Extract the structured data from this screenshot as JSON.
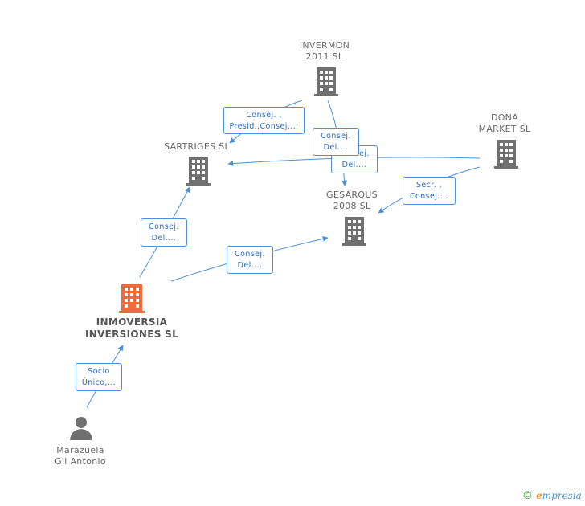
{
  "nodes": {
    "invermon": {
      "label": "INVERMON\n2011 SL"
    },
    "dona": {
      "label": "DONA\nMARKET SL"
    },
    "sartriges": {
      "label": "SARTRIGES SL"
    },
    "gesarqus": {
      "label": "GESARQUS\n2008 SL"
    },
    "inmoversia": {
      "label": "INMOVERSIA\nINVERSIONES SL"
    },
    "marazuela": {
      "label": "Marazuela\nGil Antonio"
    }
  },
  "edge_labels": {
    "invermon_sartriges": "Consej. ,\nPresid.,Consej....",
    "invermon_gesarqus": "Consej.\nDel....",
    "dona_sartriges": "Consej.\nDel....",
    "dona_gesarqus": "Secr. ,\nConsej....",
    "inmoversia_sartriges": "Consej.\nDel....",
    "inmoversia_gesarqus": "Consej.\nDel....",
    "marazuela_inmoversia": "Socio\nÚnico,..."
  },
  "colors": {
    "edge": "#4a8fd9",
    "company_icon": "#707070",
    "main_icon": "#f26a3a",
    "person_icon": "#707070"
  },
  "icons": {
    "company": "building-icon",
    "person": "person-icon"
  },
  "footer": {
    "copyright": "©",
    "brand_first": "e",
    "brand_rest": "mpresia"
  }
}
